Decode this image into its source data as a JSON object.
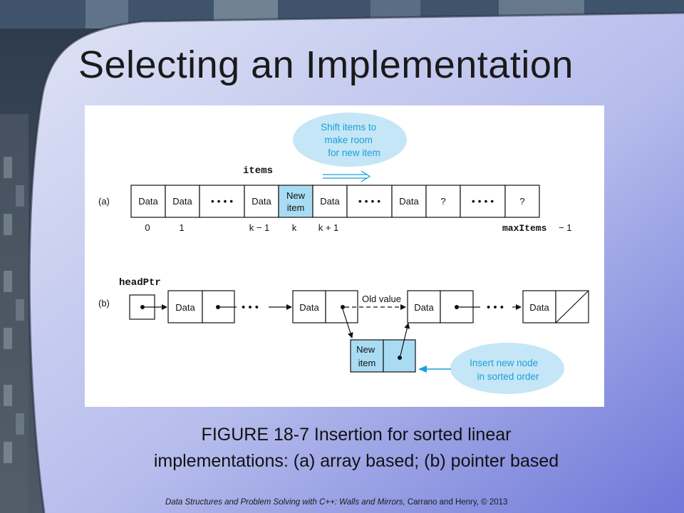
{
  "slide": {
    "title": "Selecting an Implementation",
    "caption_line1": "FIGURE 18-7 Insertion for sorted linear",
    "caption_line2": "implementations: (a) array based; (b) pointer based",
    "footer_book": "Data Structures and Problem Solving with C++: Walls and Mirrors,",
    "footer_rest": "Carrano and Henry, © 2013"
  },
  "figure": {
    "part_a": {
      "label": "(a)",
      "array_name": "items",
      "callout": [
        "Shift items to",
        "make room",
        "for new item"
      ],
      "cells": [
        {
          "text": "Data"
        },
        {
          "text": "Data"
        },
        {
          "text": "• • • •"
        },
        {
          "text": "Data"
        },
        {
          "text": "New",
          "text2": "item",
          "highlight": true
        },
        {
          "text": "Data"
        },
        {
          "text": "• • • •"
        },
        {
          "text": "Data"
        },
        {
          "text": "?"
        },
        {
          "text": "• • • •"
        },
        {
          "text": "?"
        }
      ],
      "indices": [
        "0",
        "1",
        "k − 1",
        "k",
        "k + 1"
      ],
      "max_index_name": "maxItems",
      "max_index_suffix": "− 1"
    },
    "part_b": {
      "label": "(b)",
      "head_name": "headPtr",
      "node_data": "Data",
      "dots": "• • •",
      "old_value_label": "Old value",
      "new_node": [
        "New",
        "item"
      ],
      "callout": [
        "Insert new node",
        "in sorted order"
      ]
    },
    "colors": {
      "callout_fill": "#c5e6f6",
      "callout_text": "#1aa0d8",
      "highlight_fill": "#a9dcf3",
      "arrow_blue": "#1aa0d8"
    }
  }
}
